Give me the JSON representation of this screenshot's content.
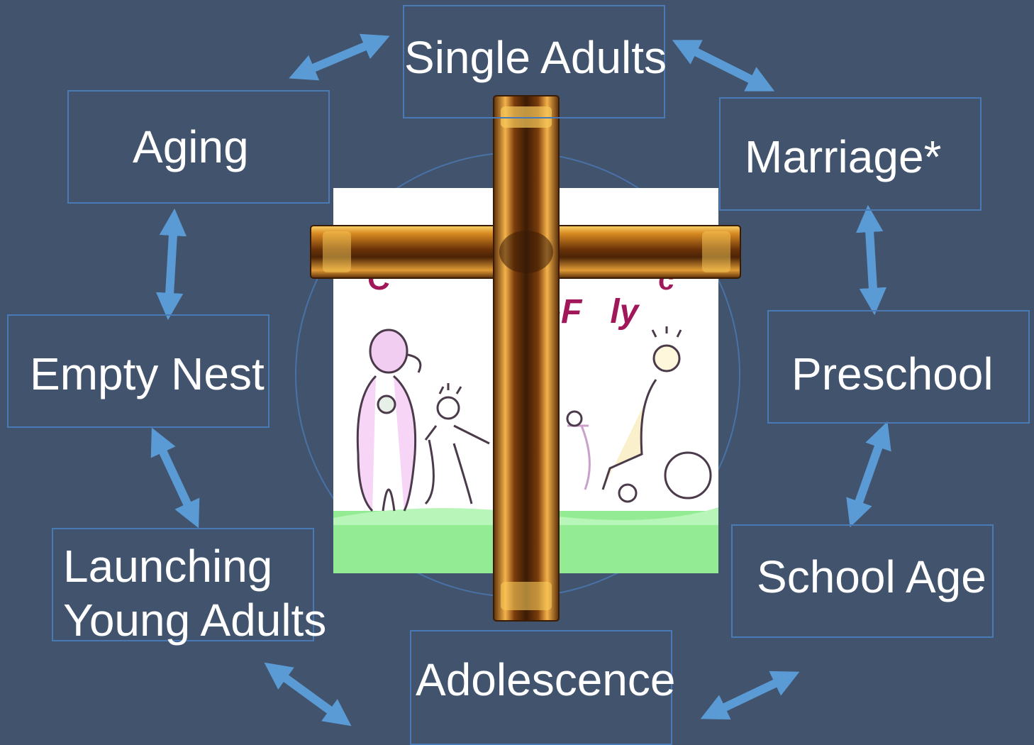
{
  "diagram": {
    "stages": [
      {
        "id": "single-adults",
        "label": "Single Adults"
      },
      {
        "id": "marriage",
        "label": "Marriage*"
      },
      {
        "id": "preschool",
        "label": "Preschool"
      },
      {
        "id": "school-age",
        "label": "School Age"
      },
      {
        "id": "adolescence",
        "label": "Adolescence"
      },
      {
        "id": "launching",
        "label_line1": "Launching",
        "label_line2": "Young Adults"
      },
      {
        "id": "empty-nest",
        "label": "Empty Nest"
      },
      {
        "id": "aging",
        "label": "Aging"
      }
    ],
    "center_picture": {
      "fragment_text": "-F   ly",
      "top_fragment_left": "C",
      "top_fragment_right": "c"
    },
    "colors": {
      "background": "#42536d",
      "box_border": "#4a7ab5",
      "arrow": "#5b9bd5",
      "text": "#ffffff",
      "gold": "#c7852a",
      "grass": "#90ee90"
    },
    "cycle": "bidirectional"
  }
}
